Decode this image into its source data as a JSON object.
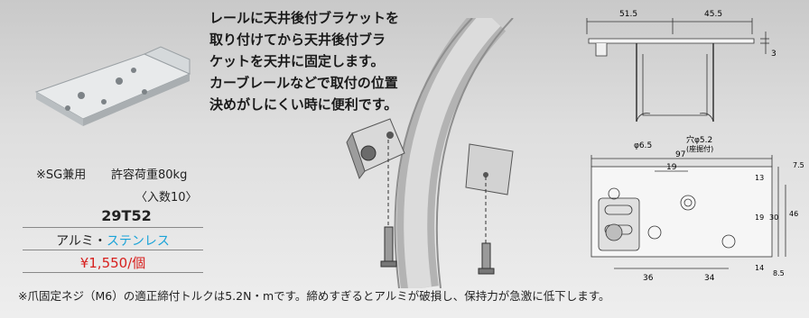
{
  "description": [
    "レールに天井後付ブラケットを",
    "取り付けてから天井後付ブラ",
    "ケットを天井に固定します。",
    "カーブレールなどで取付の位置",
    "決めがしにくい時に便利です。"
  ],
  "spec": {
    "sg": "※SG兼用",
    "load": "許容荷重80kg",
    "quantity": "〈入数10〉",
    "code": "29T52",
    "material_a": "アルミ・",
    "material_b": "ステンレス",
    "price": "¥1,550/個"
  },
  "note": "※爪固定ネジ（M6）の適正締付トルクは5.2N・mです。締めすぎるとアルミが破損し、保持力が急激に低下します。",
  "drawing": {
    "d515": "51.5",
    "d455": "45.5",
    "d3": "3",
    "hole52": "穴φ5.2",
    "zaguri": "(座掘付)",
    "phi65": "φ6.5",
    "d97": "97",
    "d19": "19",
    "d13": "13",
    "d75": "7.5",
    "d30": "30",
    "d46": "46",
    "d19v": "19",
    "d14": "14",
    "d85": "8.5",
    "d36": "36",
    "d34": "34"
  },
  "colors": {
    "stainless": "#1aa3d8",
    "price": "#d7201e"
  }
}
